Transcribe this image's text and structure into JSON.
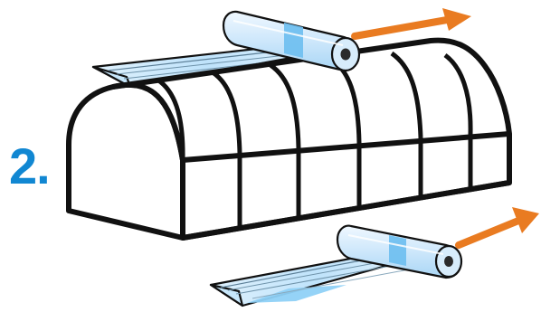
{
  "step_label": "2.",
  "colors": {
    "step_number": "#1187d2",
    "outline": "#111111",
    "arrow": "#e97b21",
    "film_light": "#dbeefe",
    "film_mid": "#bfe1fb",
    "film_bright": "#79c8f6",
    "roll_body": "#d5ebfc",
    "roll_band": "#73c1f1",
    "roll_end": "#d7ecfb"
  },
  "icons": {
    "top_roll": "plastic-film-roll",
    "bottom_roll": "plastic-film-roll",
    "top_arrow": "right-arrow",
    "bottom_arrow": "right-arrow",
    "structure": "hoop-greenhouse"
  }
}
